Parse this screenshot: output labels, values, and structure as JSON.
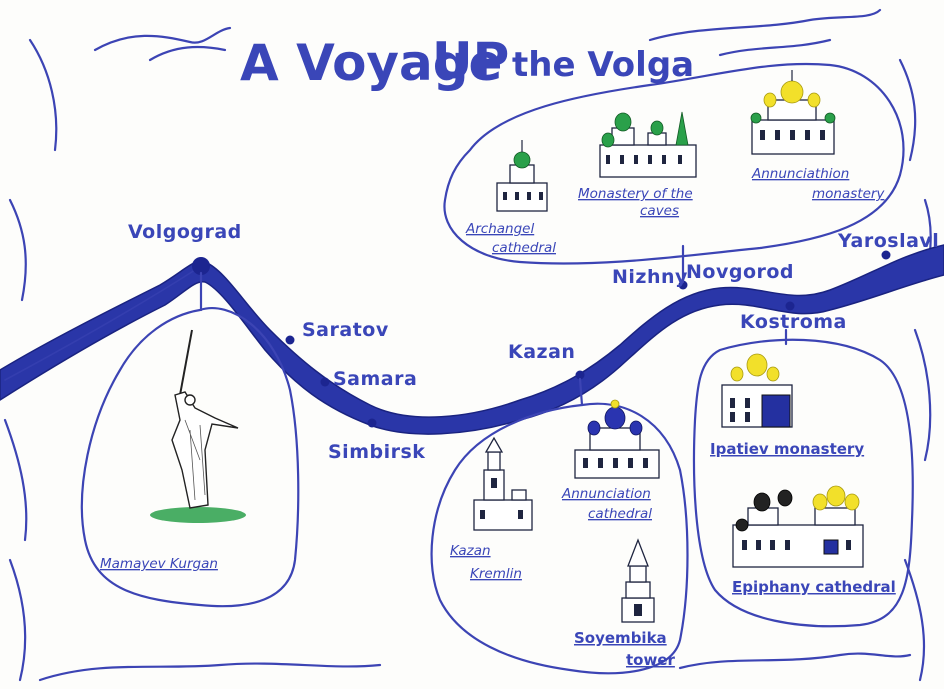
{
  "title": {
    "part1": "A Voyage",
    "part2": "UP",
    "part3": "the Volga"
  },
  "cities": {
    "volgograd": "Volgograd",
    "saratov": "Saratov",
    "samara": "Samara",
    "simbirsk": "Simbirsk",
    "kazan": "Kazan",
    "nizhny": "Nizhny",
    "novgorod": "Novgorod",
    "kostroma": "Kostroma",
    "yaroslavl": "Yaroslavl"
  },
  "landmarks": {
    "mamayev": "Mamayev Kurgan",
    "archangel_1": "Archangel",
    "archangel_2": "cathedral",
    "monastery_caves_1": "Monastery of the",
    "monastery_caves_2": "caves",
    "annunciathion_1": "Annunciathion",
    "annunciathion_2": "monastery",
    "kazan_kremlin_1": "Kazan",
    "kazan_kremlin_2": "Kremlin",
    "annunciation_cat_1": "Annunciation",
    "annunciation_cat_2": "cathedral",
    "soyembika_1": "Soyembika",
    "soyembika_2": "tower",
    "ipatiev": "Ipatiev monastery",
    "epiphany": "Epiphany cathedral"
  },
  "colors": {
    "ink": "#3c44b4",
    "river": "#2a36a8",
    "dome_green": "#2aa04a",
    "dome_yellow": "#f2e02a",
    "dome_blue": "#2a34b0"
  }
}
